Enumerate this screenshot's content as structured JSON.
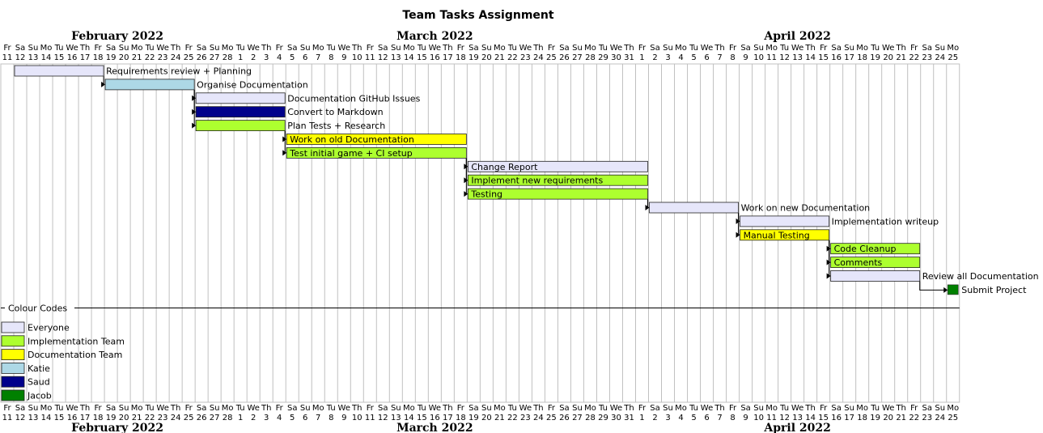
{
  "title": "Team Tasks Assignment",
  "months": [
    {
      "name": "February 2022",
      "start": "2022-02-11",
      "end": "2022-02-28"
    },
    {
      "name": "March 2022",
      "start": "2022-03-01",
      "end": "2022-03-31"
    },
    {
      "name": "April 2022",
      "start": "2022-04-01",
      "end": "2022-04-25"
    }
  ],
  "timeline": {
    "start": "2022-02-11",
    "end": "2022-04-25",
    "weekday_labels": [
      "Su",
      "Mo",
      "Tu",
      "We",
      "Th",
      "Fr",
      "Sa"
    ]
  },
  "colors": {
    "everyone": "#E6E6FA",
    "implementation": "#ADFF2F",
    "documentation": "#FFFF00",
    "katie": "#ADD8E6",
    "saud": "#00008B",
    "jacob": "#008000"
  },
  "tasks": [
    {
      "label": "Requirements review + Planning",
      "start": "2022-02-12",
      "end": "2022-02-18",
      "color": "everyone",
      "label_pos": "right"
    },
    {
      "label": "Organise Documentation",
      "start": "2022-02-19",
      "end": "2022-02-25",
      "color": "katie",
      "label_pos": "right",
      "dep_from": 0
    },
    {
      "label": "Documentation GitHub Issues",
      "start": "2022-02-26",
      "end": "2022-03-04",
      "color": "everyone",
      "label_pos": "right",
      "dep_from": 1
    },
    {
      "label": "Convert to Markdown",
      "start": "2022-02-26",
      "end": "2022-03-04",
      "color": "saud",
      "label_pos": "right",
      "dep_from": 1
    },
    {
      "label": "Plan Tests + Research",
      "start": "2022-02-26",
      "end": "2022-03-04",
      "color": "implementation",
      "label_pos": "right",
      "dep_from": 1
    },
    {
      "label": "Work on old Documentation",
      "start": "2022-03-05",
      "end": "2022-03-18",
      "color": "documentation",
      "label_pos": "inside",
      "dep_from": 4
    },
    {
      "label": "Test initial game + CI setup",
      "start": "2022-03-05",
      "end": "2022-03-18",
      "color": "implementation",
      "label_pos": "inside",
      "dep_from": 4
    },
    {
      "label": "Change Report",
      "start": "2022-03-19",
      "end": "2022-04-01",
      "color": "everyone",
      "label_pos": "inside",
      "dep_from": 6
    },
    {
      "label": "Implement new requirements",
      "start": "2022-03-19",
      "end": "2022-04-01",
      "color": "implementation",
      "label_pos": "inside",
      "dep_from": 6
    },
    {
      "label": "Testing",
      "start": "2022-03-19",
      "end": "2022-04-01",
      "color": "implementation",
      "label_pos": "inside",
      "dep_from": 6
    },
    {
      "label": "Work on new Documentation",
      "start": "2022-04-02",
      "end": "2022-04-08",
      "color": "everyone",
      "label_pos": "right",
      "dep_from": 9
    },
    {
      "label": "Implementation writeup",
      "start": "2022-04-09",
      "end": "2022-04-15",
      "color": "everyone",
      "label_pos": "right",
      "dep_from": 10
    },
    {
      "label": "Manual Testing",
      "start": "2022-04-09",
      "end": "2022-04-15",
      "color": "documentation",
      "label_pos": "inside",
      "dep_from": 10
    },
    {
      "label": "Code Cleanup",
      "start": "2022-04-16",
      "end": "2022-04-22",
      "color": "implementation",
      "label_pos": "inside",
      "dep_from": 12
    },
    {
      "label": "Comments",
      "start": "2022-04-16",
      "end": "2022-04-22",
      "color": "implementation",
      "label_pos": "inside",
      "dep_from": 12
    },
    {
      "label": "Review all Documentation",
      "start": "2022-04-16",
      "end": "2022-04-22",
      "color": "everyone",
      "label_pos": "right",
      "dep_from": 12
    }
  ],
  "milestone": {
    "label": "Submit Project",
    "date": "2022-04-25",
    "color": "jacob",
    "dep_from": 15
  },
  "legend": {
    "title": "Colour Codes",
    "items": [
      {
        "label": "Everyone",
        "color": "everyone"
      },
      {
        "label": "Implementation Team",
        "color": "implementation"
      },
      {
        "label": "Documentation Team",
        "color": "documentation"
      },
      {
        "label": "Katie",
        "color": "katie"
      },
      {
        "label": "Saud",
        "color": "saud"
      },
      {
        "label": "Jacob",
        "color": "jacob"
      }
    ]
  }
}
